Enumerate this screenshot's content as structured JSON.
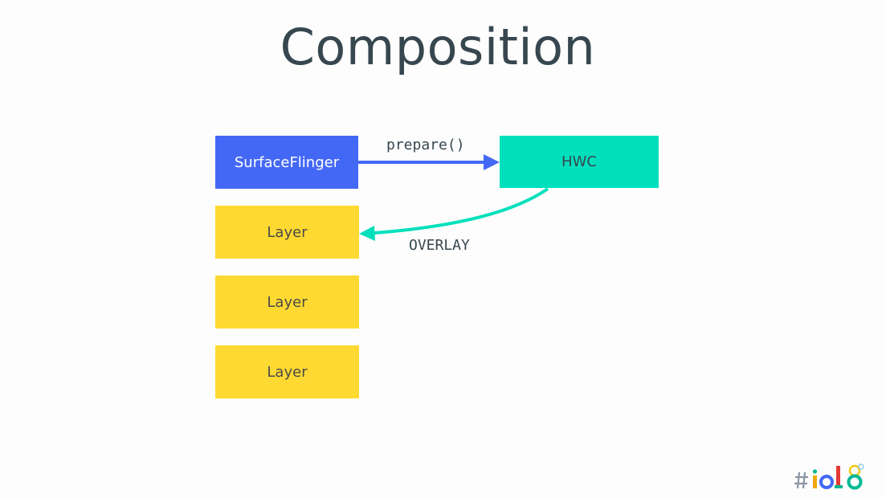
{
  "slide": {
    "title": "Composition"
  },
  "diagram": {
    "surfaceflinger_label": "SurfaceFlinger",
    "hwc_label": "HWC",
    "layers": [
      "Layer",
      "Layer",
      "Layer"
    ],
    "prepare_label": "prepare()",
    "overlay_label": "OVERLAY"
  },
  "colors": {
    "surfaceflinger": "#4468f6",
    "hwc": "#00e0bc",
    "layer": "#fed931",
    "title": "#37474f"
  },
  "logo": {
    "name": "io18-logo",
    "text": "#io18"
  }
}
